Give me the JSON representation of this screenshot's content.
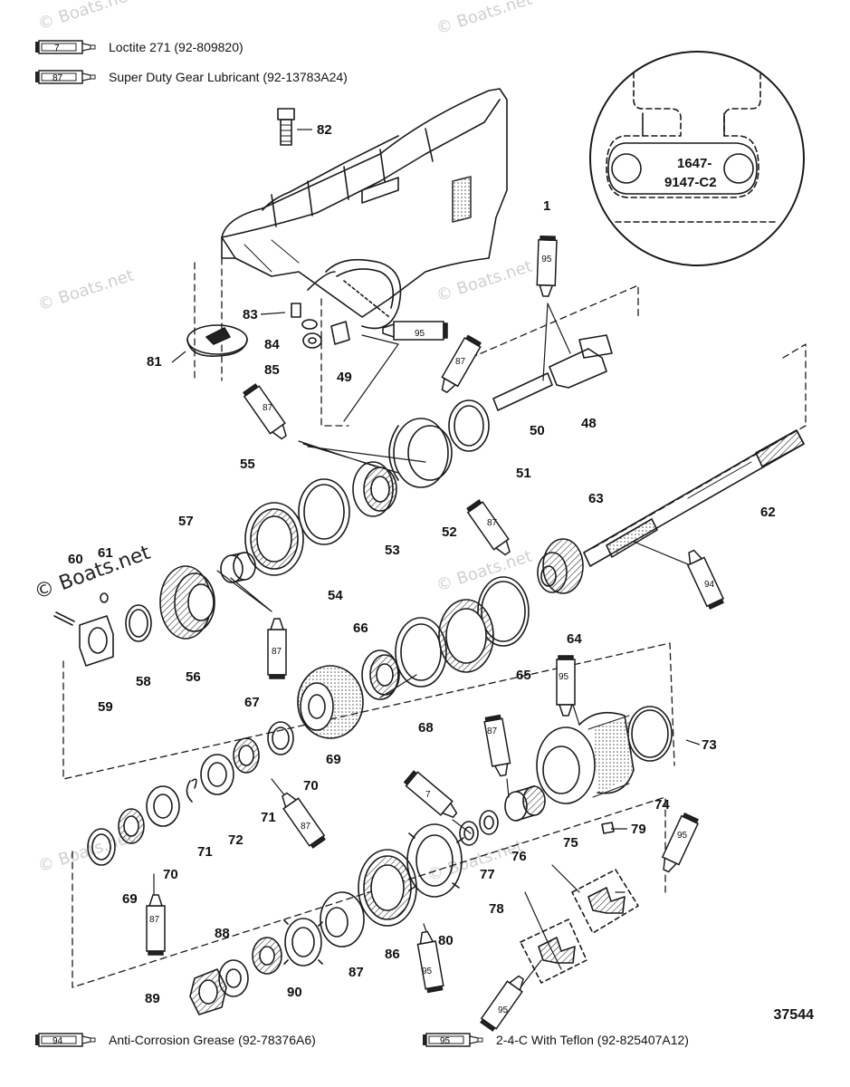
{
  "legend_top": [
    {
      "code": "7",
      "text": "Loctite 271 (92-809820)"
    },
    {
      "code": "87",
      "text": "Super Duty Gear Lubricant (92-13783A24)"
    }
  ],
  "legend_bottom": [
    {
      "code": "94",
      "text": "Anti-Corrosion Grease (92-78376A6)"
    },
    {
      "code": "95",
      "text": "2-4-C  With Teflon (92-825407A12)"
    }
  ],
  "inset_label": {
    "line1": "1647-",
    "line2": "9147-C2"
  },
  "figure_number": "37544",
  "watermark": "© Boats.net",
  "callouts": [
    "1",
    "48",
    "49",
    "50",
    "51",
    "52",
    "53",
    "54",
    "55",
    "56",
    "57",
    "58",
    "59",
    "60",
    "61",
    "62",
    "63",
    "64",
    "65",
    "66",
    "67",
    "68",
    "69",
    "70",
    "71",
    "72",
    "73",
    "74",
    "75",
    "76",
    "77",
    "78",
    "79",
    "80",
    "81",
    "82",
    "83",
    "84",
    "85",
    "86",
    "87",
    "88",
    "89",
    "90",
    "69",
    "70",
    "71"
  ],
  "tube_codes": [
    "95",
    "95",
    "87",
    "87",
    "87",
    "87",
    "94",
    "87",
    "95",
    "87",
    "7",
    "95",
    "87",
    "95",
    "95"
  ]
}
